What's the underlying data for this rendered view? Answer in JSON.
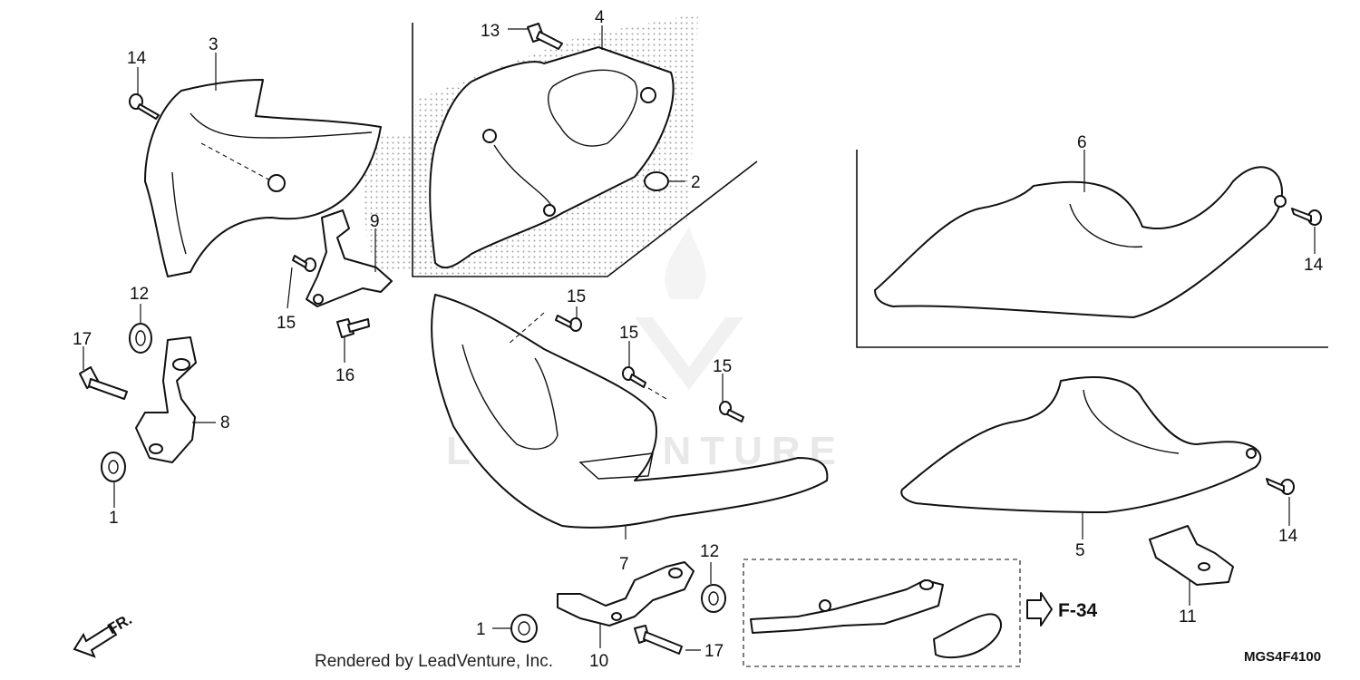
{
  "callouts": [
    {
      "id": "c1a",
      "label": "1"
    },
    {
      "id": "c1b",
      "label": "1"
    },
    {
      "id": "c2",
      "label": "2"
    },
    {
      "id": "c3",
      "label": "3"
    },
    {
      "id": "c4",
      "label": "4"
    },
    {
      "id": "c5",
      "label": "5"
    },
    {
      "id": "c6",
      "label": "6"
    },
    {
      "id": "c7",
      "label": "7"
    },
    {
      "id": "c8",
      "label": "8"
    },
    {
      "id": "c9",
      "label": "9"
    },
    {
      "id": "c10",
      "label": "10"
    },
    {
      "id": "c11",
      "label": "11"
    },
    {
      "id": "c12a",
      "label": "12"
    },
    {
      "id": "c12b",
      "label": "12"
    },
    {
      "id": "c13",
      "label": "13"
    },
    {
      "id": "c14a",
      "label": "14"
    },
    {
      "id": "c14b",
      "label": "14"
    },
    {
      "id": "c14c",
      "label": "14"
    },
    {
      "id": "c15a",
      "label": "15"
    },
    {
      "id": "c15b",
      "label": "15"
    },
    {
      "id": "c15c",
      "label": "15"
    },
    {
      "id": "c15d",
      "label": "15"
    },
    {
      "id": "c16",
      "label": "16"
    },
    {
      "id": "c17a",
      "label": "17"
    },
    {
      "id": "c17b",
      "label": "17"
    }
  ],
  "reference": "F-34",
  "direction_label": "FR.",
  "footer_text": "Rendered by LeadVenture, Inc.",
  "diagram_code": "MGS4F4100",
  "watermark": "LEADVENTURE"
}
